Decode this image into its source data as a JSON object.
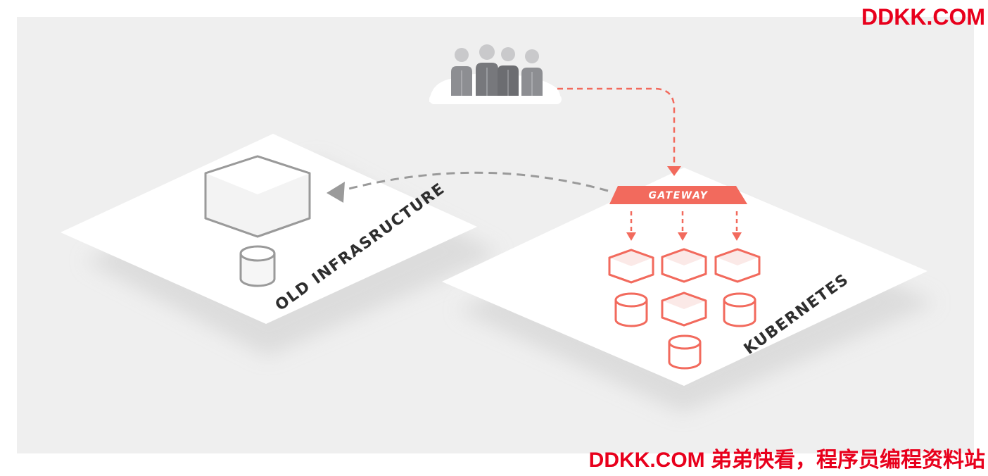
{
  "watermark": {
    "top": "DDKK.COM",
    "bottom": "DDKK.COM 弟弟快看，程序员编程资料站"
  },
  "diagram": {
    "gateway_label": "GATEWAY",
    "old_platform_label": "OLD INFRASRUCTURE",
    "k8s_platform_label": "KUBERNETES"
  },
  "colors": {
    "accent": "#f26a5d",
    "grey_stroke": "#9a9a9a",
    "panel_bg": "#efefef",
    "watermark": "#e8001c"
  },
  "icons": {
    "users": "users-group-icon",
    "service": "hexagon-service-icon",
    "database": "database-cylinder-icon"
  }
}
